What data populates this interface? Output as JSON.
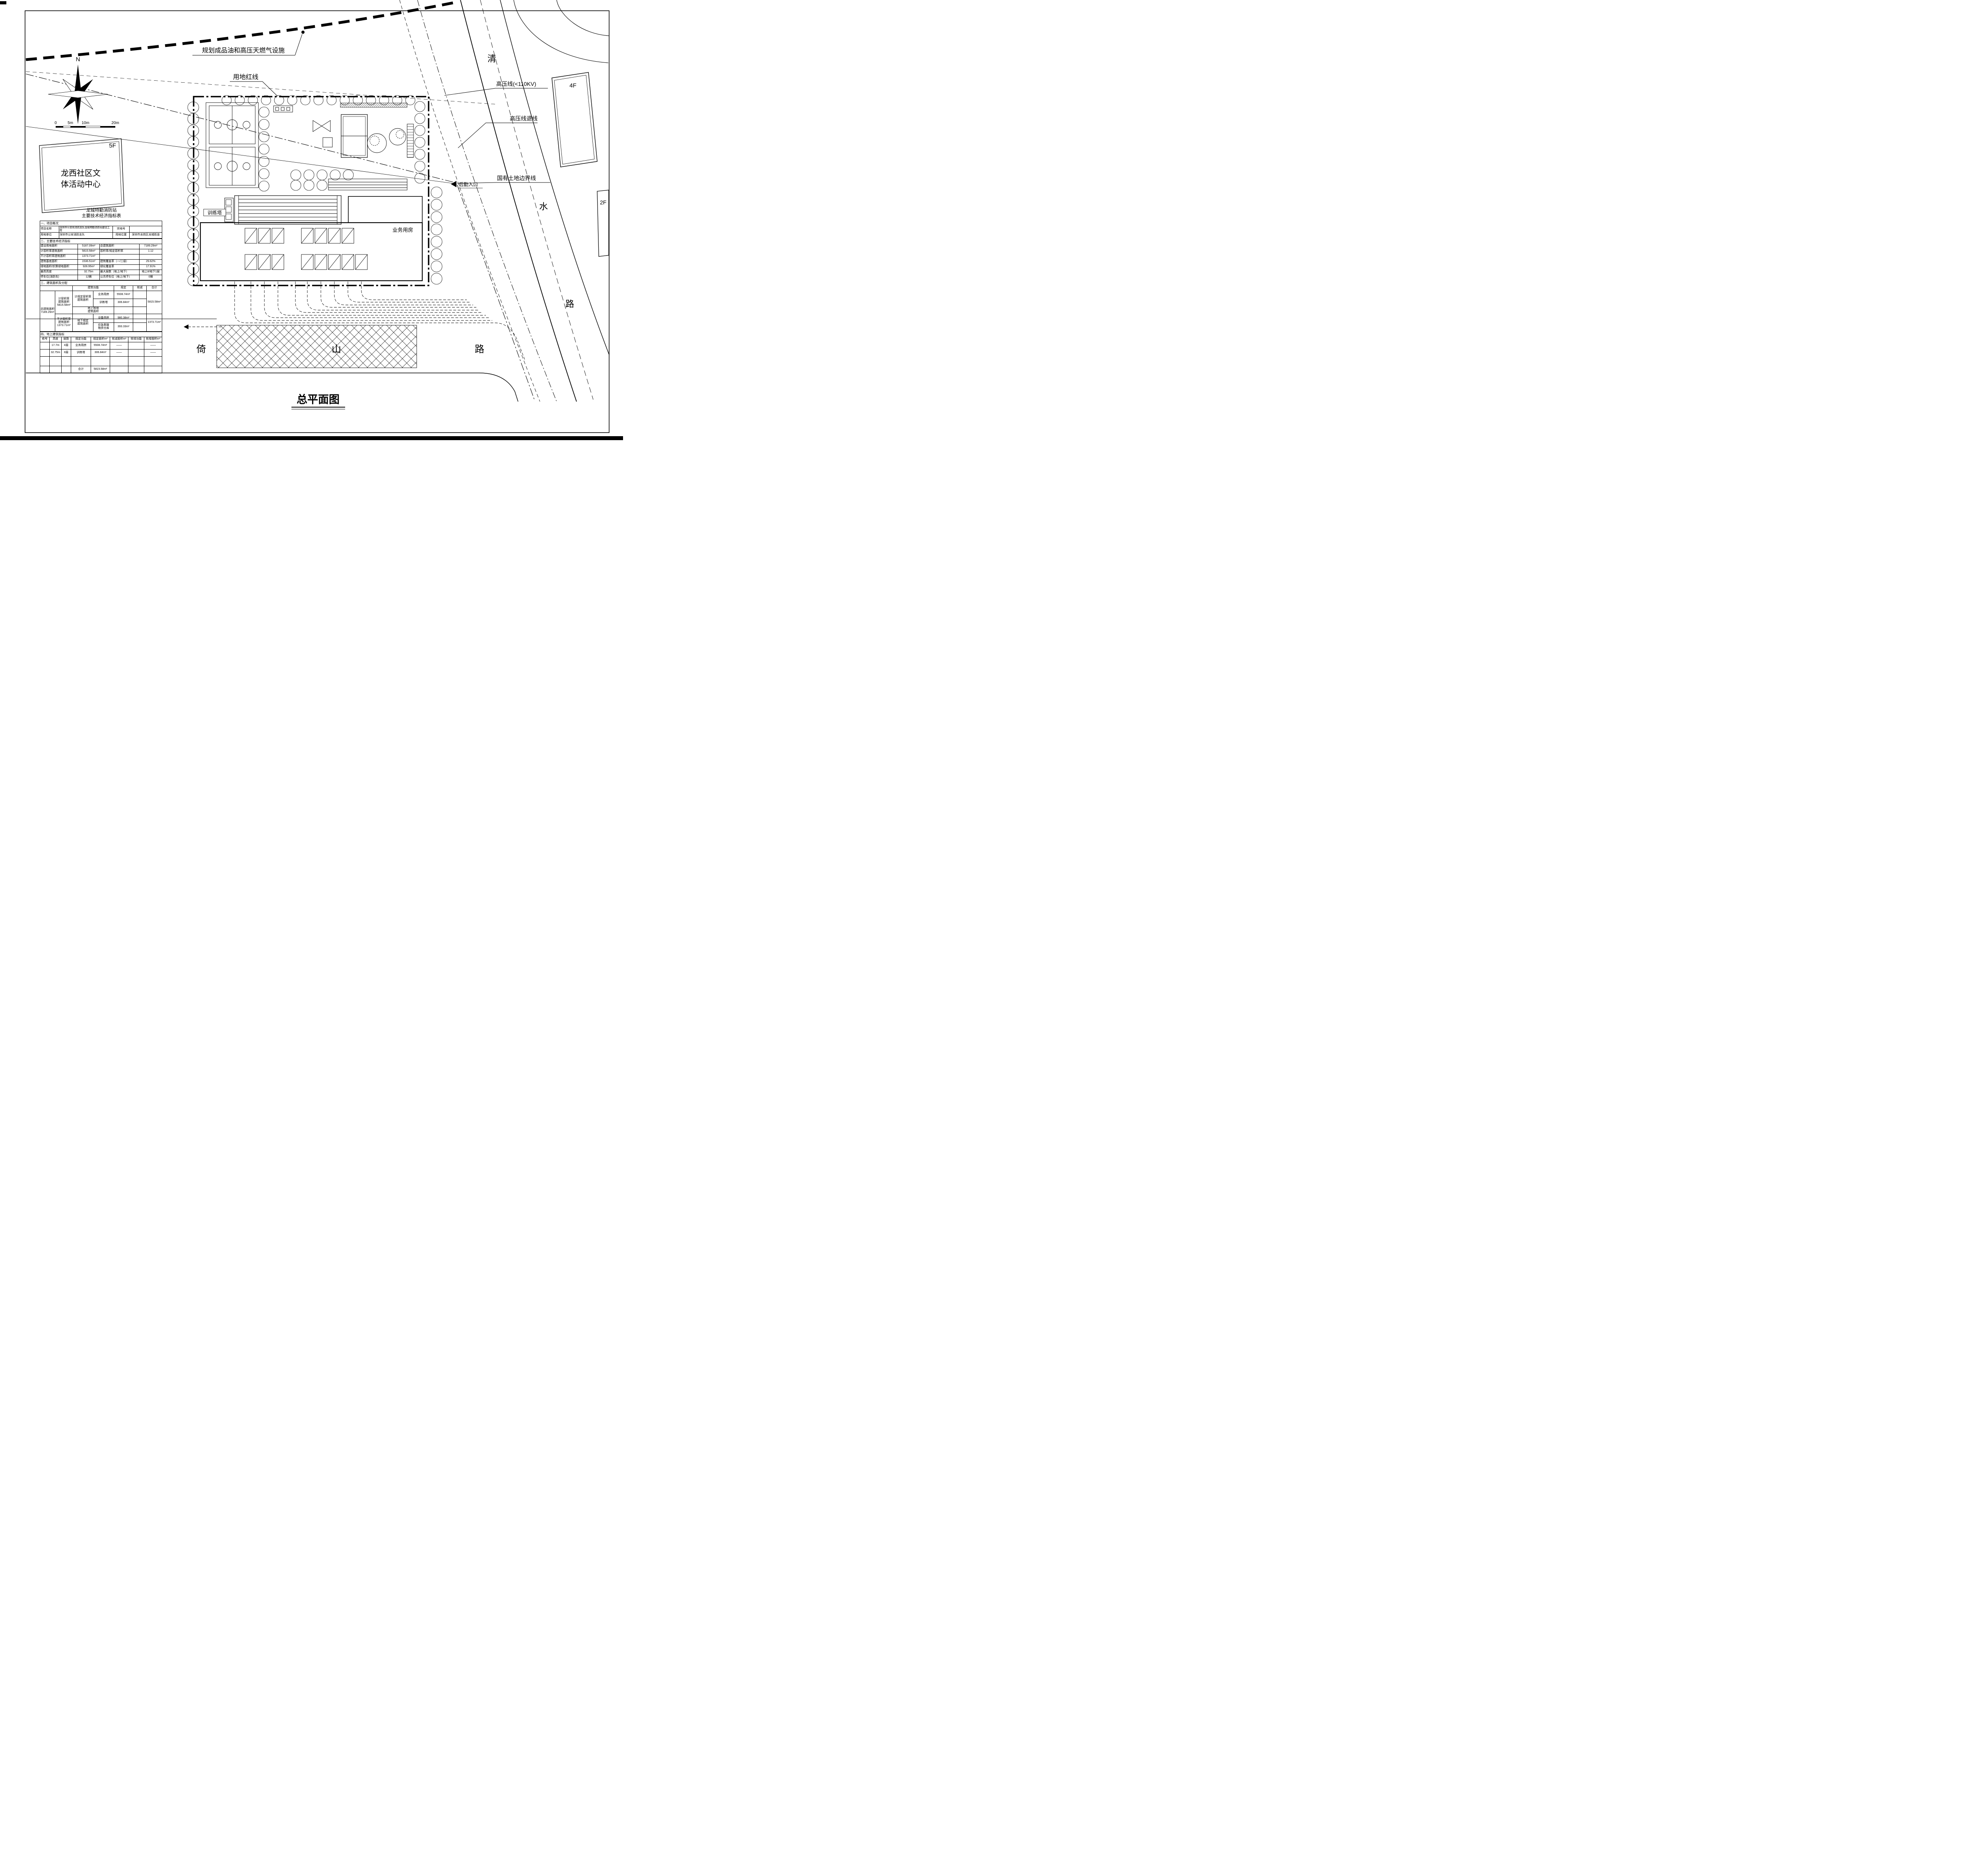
{
  "drawing_title": "总平面图",
  "compass": {
    "north": "N"
  },
  "scale_bar": {
    "marks": [
      "0",
      "5m",
      "10m",
      "20m"
    ]
  },
  "annotations": {
    "gas_line": "规划成品油和高压天燃气设施",
    "red_line": "用地红线",
    "hv_line": "高压线(<110KV)",
    "hv_setback": "高压线退线",
    "state_land_boundary": "国有土地边界线",
    "rear_entrance": "后勤入口",
    "training_tower": "训练塔",
    "business_building": "业务用房"
  },
  "buildings": {
    "community_center_floors": "5F",
    "community_center_line1": "龙西社区文",
    "community_center_line2": "体活动中心",
    "east_building_floors": "4F",
    "southeast_building_floors": "2F"
  },
  "roads": {
    "qingshui": [
      "清",
      "水",
      "路"
    ],
    "yishan": [
      "倚",
      "山",
      "路"
    ]
  },
  "table": {
    "title_line1": "龙城特勤消防站",
    "title_line2": "主要技术经济指标表",
    "section1": {
      "header": "一、项目概况",
      "rows": [
        [
          "项目名称",
          "深圳市公安局消防支队龙城特勤消防站建设工程",
          "宗地号",
          ""
        ],
        [
          "用地单位",
          "深圳市公安消防支队",
          "用地位置",
          "深圳市龙岗区龙城街道"
        ]
      ]
    },
    "section2": {
      "header": "二、主要技术经济指标",
      "rows": [
        [
          "建设用地面积",
          "5187.09m²",
          "总建筑面积",
          "7189.29m²"
        ],
        [
          "计容积率建筑面积",
          "5815.58m²",
          "容积率/规定容积率",
          "1.12"
        ],
        [
          "不计容积率建筑面积",
          "1373.71m²",
          "",
          ""
        ],
        [
          "建筑基底面积",
          "1536.51m²",
          "建筑覆盖率（一/二级）",
          "29.62%"
        ],
        [
          "绿地面积/折算绿地面积",
          "928.95m²",
          "绿化覆盖率",
          "17.91%"
        ],
        [
          "最高高度",
          "32.75m",
          "最大层数（地上/地下）",
          "地上8/地下1层"
        ],
        [
          "停车位(消防车)",
          "12辆",
          "公共停车位（地上/地下）",
          "0辆"
        ]
      ]
    },
    "section3": {
      "header": "三、建筑面积及分配",
      "col_function": "建筑功能",
      "col_required": "规定",
      "col_reduced": "核减",
      "col_total": "合计",
      "total_label": "总建筑面积\n7189.29m²",
      "frr_label": "计容积率\n建筑面积\n5815.58m²",
      "frr_spec_label": "计规定容积率\n建筑面积",
      "rows_frr": [
        [
          "业务用房",
          "5508.74m²"
        ],
        [
          "训练塔",
          "306.84m²"
        ]
      ],
      "frr_total": "5815.58m²",
      "above_bonus_label": "地上核增\n建筑面积",
      "nfrr_label": "不计容积率\n建筑面积\n1373.71m²",
      "underground_label": "地下规定\n建筑面积",
      "rows_nfrr": [
        [
          "设备用房",
          "980.38m²"
        ],
        [
          "应急救援\n物资仓库",
          "393.33m²"
        ]
      ],
      "nfrr_total": "1373.71m²"
    },
    "section4": {
      "header": "四、地上建筑指标",
      "col_headers": [
        "栋号",
        "高度",
        "层数",
        "规定功能",
        "规定面积m²",
        "核减面积m²",
        "核增功能",
        "核增面积m²"
      ],
      "rows": [
        [
          "",
          "17.7m",
          "4层",
          "业务用房",
          "5508.74m²",
          "——",
          "",
          "——"
        ],
        [
          "",
          "32.75m",
          "8层",
          "训练塔",
          "306.84m²",
          "——",
          "",
          "——"
        ]
      ],
      "total_row_label": "合计",
      "total_row_value": "5815.58m²"
    }
  }
}
